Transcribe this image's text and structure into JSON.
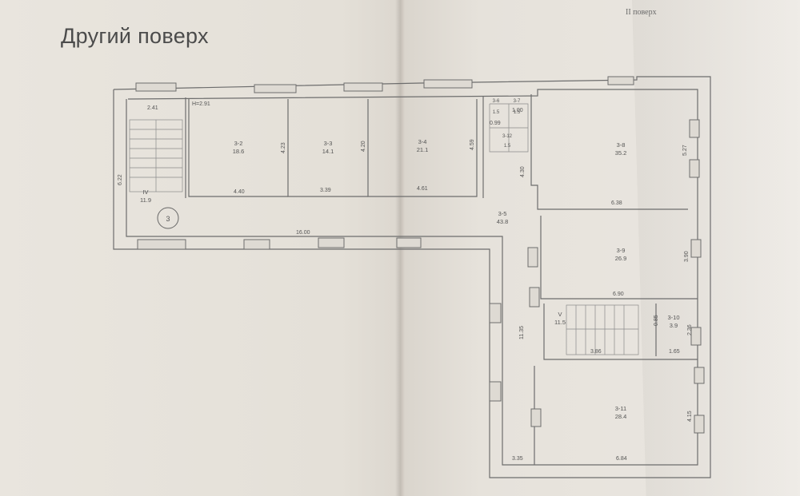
{
  "page": {
    "title": "Другий поверх",
    "corner_label": "II поверх"
  },
  "rooms": [
    {
      "id": "stair-left-label",
      "number": "IV",
      "area": "11.9"
    },
    {
      "id": "r2",
      "number": "3-2",
      "area": "18.6"
    },
    {
      "id": "r3",
      "number": "3-3",
      "area": "14.1"
    },
    {
      "id": "r4",
      "number": "3-4",
      "area": "21.1"
    },
    {
      "id": "r5",
      "number": "3-8",
      "area": "35.2"
    },
    {
      "id": "r6",
      "number": "3-9",
      "area": "26.9"
    },
    {
      "id": "r7",
      "number": "V",
      "area": "11.5"
    },
    {
      "id": "r8",
      "number": "3-10",
      "area": "3.9"
    },
    {
      "id": "r9",
      "number": "3-11",
      "area": "28.4"
    },
    {
      "id": "r10",
      "number": "3-5",
      "area": "43.8"
    },
    {
      "id": "wc1",
      "number": "3-6",
      "area": "1.5"
    },
    {
      "id": "wc2",
      "number": "3-7",
      "area": "1.5"
    },
    {
      "id": "wc3",
      "number": "3-12",
      "area": "1.5"
    }
  ],
  "dimensions": {
    "d1": "2.41",
    "d2": "H=2.91",
    "d3": "4.40",
    "d4": "3.39",
    "d5": "4.61",
    "d6": "16.00",
    "d7": "4.23",
    "d8": "4.20",
    "d9": "4.59",
    "d10": "4.30",
    "d11": "0.99",
    "d12": "1.00",
    "d13": "6.38",
    "d14": "5.27",
    "d15": "6.90",
    "d16": "3.90",
    "d17": "11.35",
    "d18": "3.86",
    "d19": "1.65",
    "d20": "2.36",
    "d21": "4.15",
    "d22": "3.35",
    "d23": "6.84",
    "d24": "6.22",
    "d25": "0.85"
  },
  "stair_marker": "3"
}
